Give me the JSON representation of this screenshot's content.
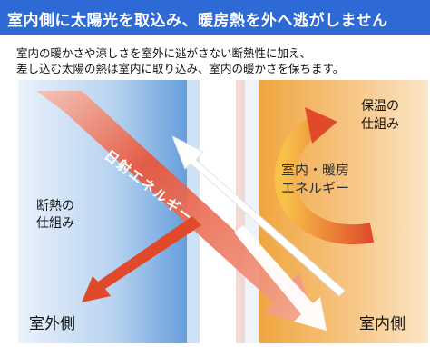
{
  "title": "室内側に太陽光を取込み、暖房熱を外へ逃がしません",
  "description": {
    "line1": "室内の暖かさや涼しさを室外に逃がさない断熱性に加え、",
    "line2": "差し込む太陽の熱は室内に取り込み、室内の暖かさを保ちます。"
  },
  "diagram": {
    "solar_energy_label": "日射エネルギー",
    "indoor_heating_label_line1": "室内・暖房",
    "indoor_heating_label_line2": "エネルギー",
    "insulation_label_line1": "断熱の",
    "insulation_label_line2": "仕組み",
    "heat_retention_label_line1": "保温の",
    "heat_retention_label_line2": "仕組み",
    "outdoor_side_label": "室外側",
    "indoor_side_label": "室内側"
  },
  "colors": {
    "banner": "#2e6ad6",
    "outdoor_glass": "#4f8ed6",
    "indoor_glass": "#f0a640",
    "solar_arrow": "#e8553a",
    "heat_arrow": "#ffffff"
  }
}
